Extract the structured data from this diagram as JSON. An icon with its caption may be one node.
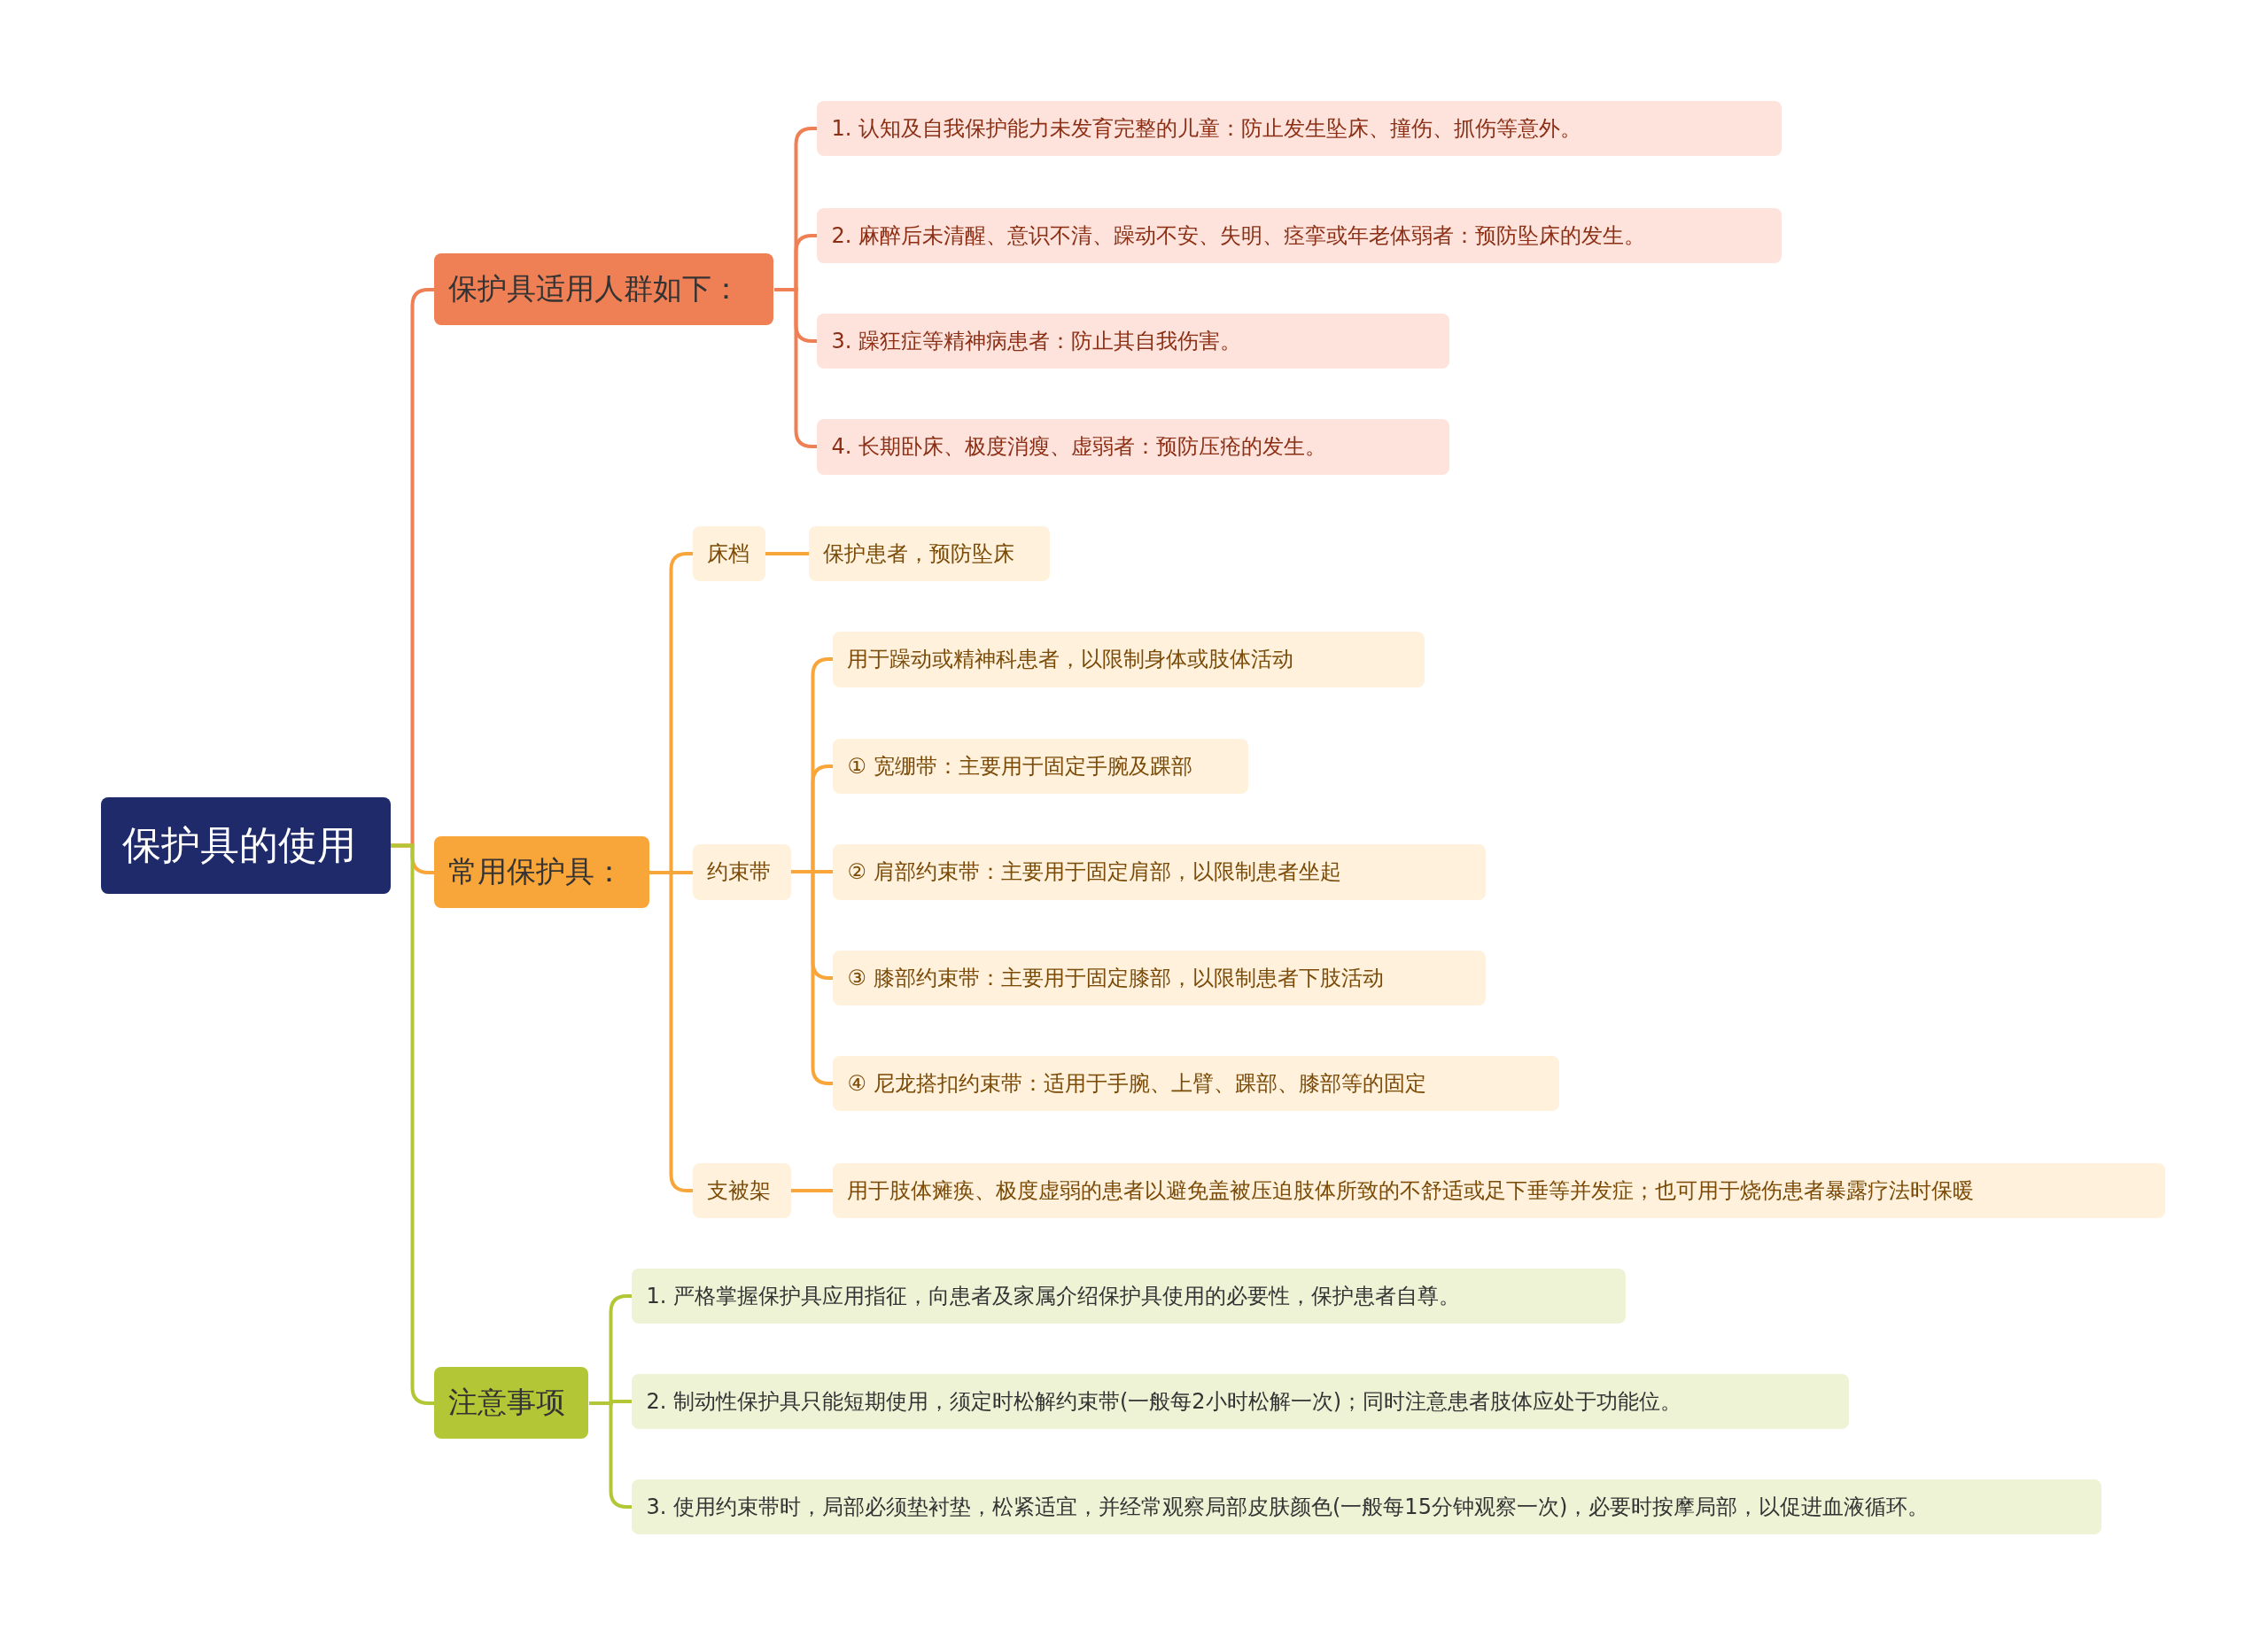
{
  "diagram": {
    "nodes": [
      {
        "text": [
          "保护具的使用"
        ]
      },
      {
        "text": [
          "保护具适用人群如下："
        ]
      },
      {
        "text": [
          "1. 认知及自我保护能力未发育完整的儿童：防止发生坠床、撞伤、抓伤等意外。"
        ]
      },
      {
        "text": [
          "2. 麻醉后未清醒、意识不清、躁动不安、失明、痉挛或年老体弱者：预防坠床的发生。"
        ]
      },
      {
        "text": [
          "3. 躁狂症等精神病患者：防止其自我伤害。"
        ]
      },
      {
        "text": [
          "4. 长期卧床、极度消瘦、虚弱者：预防压疮的发生。"
        ]
      },
      {
        "text": [
          "常用保护具："
        ]
      },
      {
        "text": [
          "床档"
        ]
      },
      {
        "text": [
          "保护患者，预防坠床"
        ]
      },
      {
        "text": [
          "约束带"
        ]
      },
      {
        "text": [
          "用于躁动或精神科患者，以限制身体或肢体活动"
        ]
      },
      {
        "text": [
          "① 宽绷带：主要用于固定手腕及踝部"
        ]
      },
      {
        "text": [
          "② 肩部约束带：主要用于固定肩部，以限制患者坐起"
        ]
      },
      {
        "text": [
          "③ 膝部约束带：主要用于固定膝部，以限制患者下肢活动"
        ]
      },
      {
        "text": [
          "④ 尼龙搭扣约束带：适用于手腕、上臂、踝部、膝部等的固定"
        ]
      },
      {
        "text": [
          "支被架"
        ]
      },
      {
        "text": [
          "用于肢体瘫痪、极度虚弱的患者以避免盖被压迫肢体所致的不舒适或足下垂等并发症；也可用于烧伤患者暴露疗法时保暖"
        ]
      },
      {
        "text": [
          "注意事项"
        ]
      },
      {
        "text": [
          "1. 严格掌握保护具应用指征，向患者及家属介绍保护具使用的必要性，保护患者自尊。"
        ]
      },
      {
        "text": [
          "2. 制动性保护具只能短期使用，须定时松解约束带(一般每2小时松解一次)；同时注意患者肢体应处于功能位。"
        ]
      },
      {
        "text": [
          "3. 使用约束带时，局部必须垫衬垫，松紧适宜，并经常观察局部皮肤颜色(一般每15分钟观察一次)，必要时按摩局部，以促进血液循环。"
        ]
      }
    ],
    "edges": [
      {
        "from": 0,
        "to": 1,
        "arrow": "none",
        "color": "#ef7f55"
      },
      {
        "from": 1,
        "to": 2,
        "arrow": "none",
        "color": "#ef7f55"
      },
      {
        "from": 1,
        "to": 3,
        "arrow": "none",
        "color": "#ef7f55"
      },
      {
        "from": 1,
        "to": 4,
        "arrow": "none",
        "color": "#ef7f55"
      },
      {
        "from": 1,
        "to": 5,
        "arrow": "none",
        "color": "#ef7f55"
      },
      {
        "from": 0,
        "to": 6,
        "arrow": "none"
      },
      {
        "from": 6,
        "to": 7,
        "arrow": "none"
      },
      {
        "from": 7,
        "to": 8,
        "arrow": "none"
      },
      {
        "from": 6,
        "to": 9,
        "arrow": "none"
      },
      {
        "from": 9,
        "to": 10,
        "arrow": "none"
      },
      {
        "from": 9,
        "to": 11,
        "arrow": "none"
      },
      {
        "from": 9,
        "to": 12,
        "arrow": "none"
      },
      {
        "from": 9,
        "to": 13,
        "arrow": "none"
      },
      {
        "from": 9,
        "to": 14,
        "arrow": "none"
      },
      {
        "from": 6,
        "to": 15,
        "arrow": "none"
      },
      {
        "from": 15,
        "to": 16,
        "arrow": "none"
      },
      {
        "from": 0,
        "to": 17,
        "arrow": "none",
        "color": "#b3c736"
      },
      {
        "from": 17,
        "to": 18,
        "arrow": "none",
        "color": "#b3c736"
      },
      {
        "from": 17,
        "to": 19,
        "arrow": "none",
        "color": "#b3c736"
      },
      {
        "from": 17,
        "to": 20,
        "arrow": "none",
        "color": "#b3c736"
      }
    ]
  }
}
